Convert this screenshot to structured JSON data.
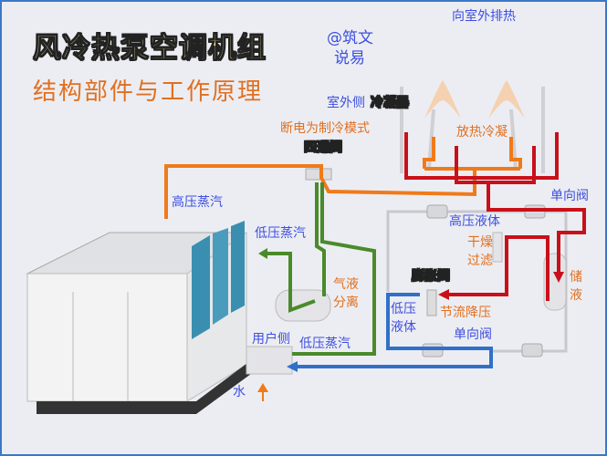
{
  "title": "风冷热泵空调机组",
  "subtitle": "结构部件与工作原理",
  "watermark": {
    "line1": "@筑文",
    "line2": "说易"
  },
  "labels": {
    "exhaust_heat": "向室外排热",
    "outdoor_side": "室外侧",
    "condenser": "冷凝器",
    "power_off_mode": "断电为制冷模式",
    "four_way_valve": "四通阀",
    "heat_release": "放热冷凝",
    "check_valve_top": "单向阀",
    "hp_vapor": "高压蒸汽",
    "hp_liquid": "高压液体",
    "lp_vapor_top": "低压蒸汽",
    "dry": "干燥",
    "filter": "过滤",
    "gas_liquid": "气液",
    "separation": "分离",
    "expansion_valve": "膨胀阀",
    "store": "储",
    "liquid": "液",
    "lp": "低压",
    "lp_liquid": "液体",
    "throttle": "节流降压",
    "check_valve_bottom": "单向阀",
    "user_side": "用户侧",
    "lp_vapor_bottom": "低压蒸汽",
    "water": "水"
  },
  "colors": {
    "hp_vapor": "#f07a1a",
    "hp_liquid": "#c8101a",
    "lp_vapor": "#4a8a2a",
    "lp_liquid": "#3070c8",
    "frame": "#3a78c8"
  }
}
